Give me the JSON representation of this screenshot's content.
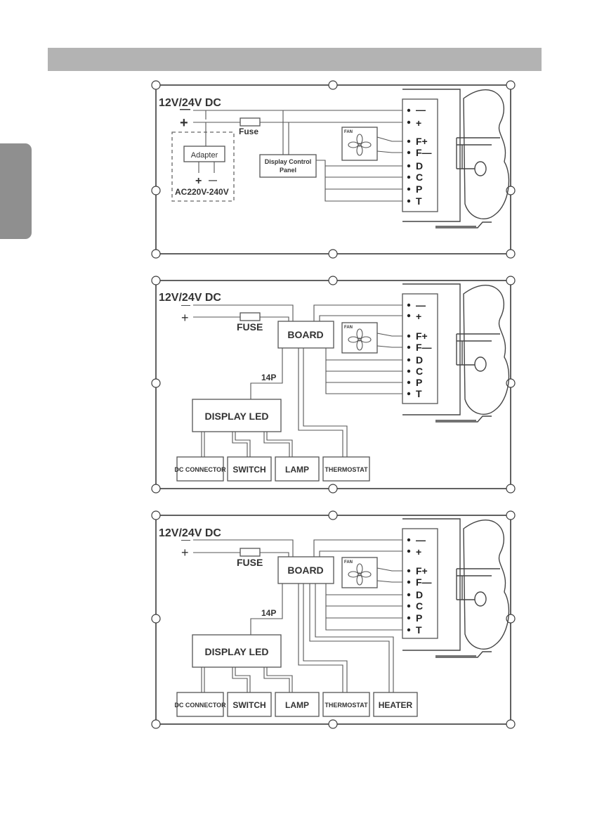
{
  "diagram1": {
    "supply_label": "12V/24V DC",
    "minus": "—",
    "plus": "+",
    "fuse_label": "Fuse",
    "adapter_label": "Adapter",
    "adapter_plus": "+",
    "adapter_minus": "—",
    "ac_label": "AC220V-240V",
    "panel_label_1": "Display Control",
    "panel_label_2": "Panel",
    "fan_label": "FAN",
    "terminals": [
      "—",
      "+",
      "F+",
      "F—",
      "D",
      "C",
      "P",
      "T"
    ]
  },
  "diagram2": {
    "supply_label": "12V/24V DC",
    "minus": "—",
    "plus": "+",
    "fuse_label": "FUSE",
    "board_label": "BOARD",
    "connector_label": "14P",
    "display_label": "DISPLAY LED",
    "fan_label": "FAN",
    "terminals": [
      "—",
      "+",
      "F+",
      "F—",
      "D",
      "C",
      "P",
      "T"
    ],
    "modules": [
      "DC CONNECTOR",
      "SWITCH",
      "LAMP",
      "THERMOSTAT"
    ]
  },
  "diagram3": {
    "supply_label": "12V/24V DC",
    "minus": "—",
    "plus": "+",
    "fuse_label": "FUSE",
    "board_label": "BOARD",
    "connector_label": "14P",
    "display_label": "DISPLAY LED",
    "fan_label": "FAN",
    "terminals": [
      "—",
      "+",
      "F+",
      "F—",
      "D",
      "C",
      "P",
      "T"
    ],
    "modules": [
      "DC CONNECTOR",
      "SWITCH",
      "LAMP",
      "THERMOSTAT",
      "HEATER"
    ]
  }
}
